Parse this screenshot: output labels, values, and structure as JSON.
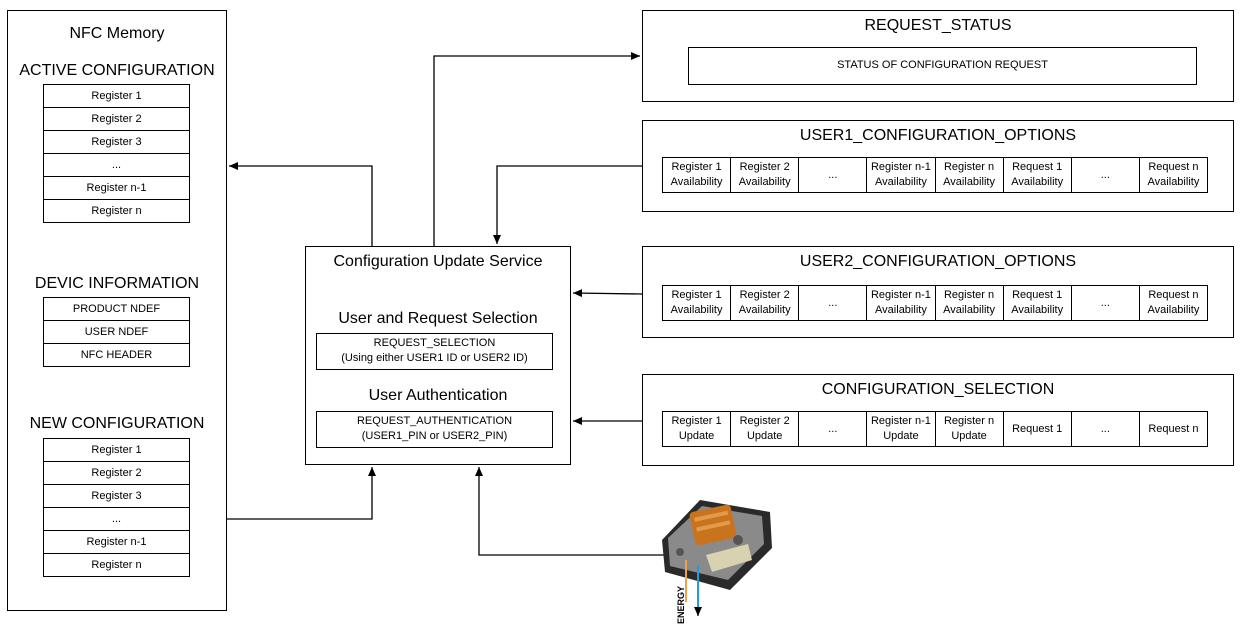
{
  "nfc_memory": {
    "title": "NFC Memory",
    "active_heading": "ACTIVE CONFIGURATION",
    "active_registers": [
      "Register 1",
      "Register 2",
      "Register 3",
      "...",
      "Register n-1",
      "Register n"
    ],
    "device_heading": "DEVIC INFORMATION",
    "device_items": [
      "PRODUCT NDEF",
      "USER NDEF",
      "NFC HEADER"
    ],
    "new_heading": "NEW CONFIGURATION",
    "new_registers": [
      "Register 1",
      "Register 2",
      "Register 3",
      "...",
      "Register n-1",
      "Register n"
    ]
  },
  "service": {
    "title": "Configuration Update Service",
    "selection_heading": "User and Request Selection",
    "selection_field": "REQUEST_SELECTION\n(Using either USER1 ID or USER2 ID)",
    "auth_heading": "User Authentication",
    "auth_field": "REQUEST_AUTHENTICATION\n(USER1_PIN or USER2_PIN)"
  },
  "request_status": {
    "title": "REQUEST_STATUS",
    "field": "STATUS OF CONFIGURATION REQUEST"
  },
  "user1_options": {
    "title": "USER1_CONFIGURATION_OPTIONS",
    "cells": [
      "Register 1\nAvailability",
      "Register 2\nAvailability",
      "...",
      "Register n-1\nAvailability",
      "Register n\nAvailability",
      "Request 1\nAvailability",
      "...",
      "Request n\nAvailability"
    ]
  },
  "user2_options": {
    "title": "USER2_CONFIGURATION_OPTIONS",
    "cells": [
      "Register 1\nAvailability",
      "Register 2\nAvailability",
      "...",
      "Register n-1\nAvailability",
      "Register n\nAvailability",
      "Request 1\nAvailability",
      "...",
      "Request n\nAvailability"
    ]
  },
  "config_selection": {
    "title": "CONFIGURATION_SELECTION",
    "cells": [
      "Register 1\nUpdate",
      "Register 2\nUpdate",
      "...",
      "Register n-1\nUpdate",
      "Register n\nUpdate",
      "Request 1",
      "...",
      "Request n"
    ]
  },
  "device": {
    "energy_label": "ENERGY",
    "icon": "nfc-actuator-device-icon"
  },
  "colors": {
    "line": "#000000",
    "energy_in": "#f0a050",
    "energy_out": "#1aa0e0",
    "coil": "#c8741e"
  }
}
